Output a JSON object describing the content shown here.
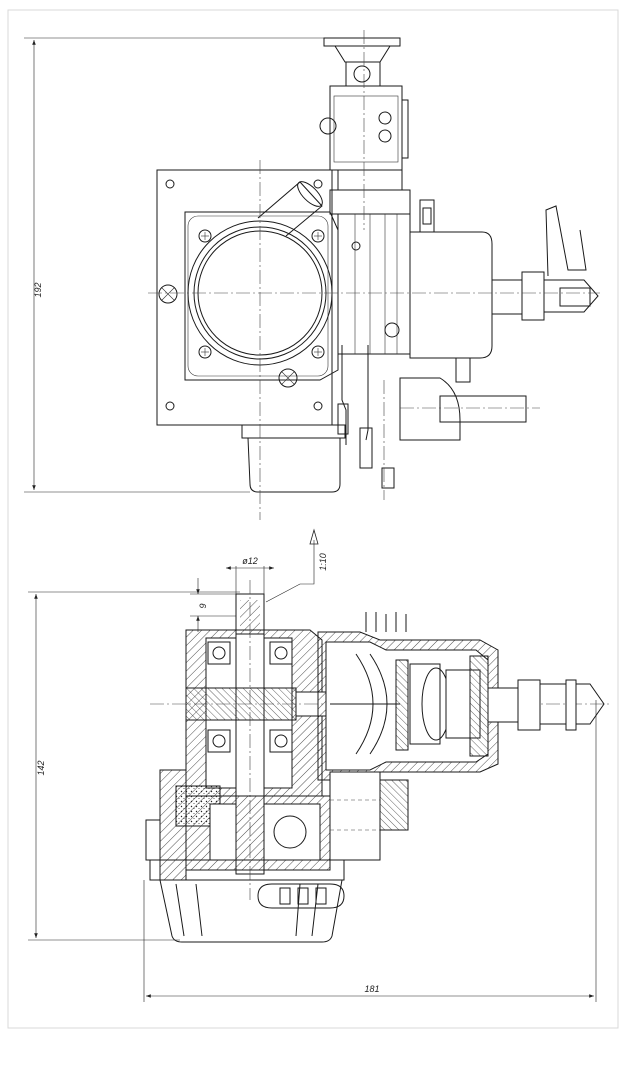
{
  "dimensions": {
    "top_height": "192",
    "bottom_height": "142",
    "bottom_width": "181",
    "shaft_diameter": "ø12",
    "small_offset": "9",
    "arrow_note": "1:10"
  },
  "colors": {
    "line": "#1a1a1a",
    "paper": "#ffffff",
    "border": "#d9d9d9"
  }
}
